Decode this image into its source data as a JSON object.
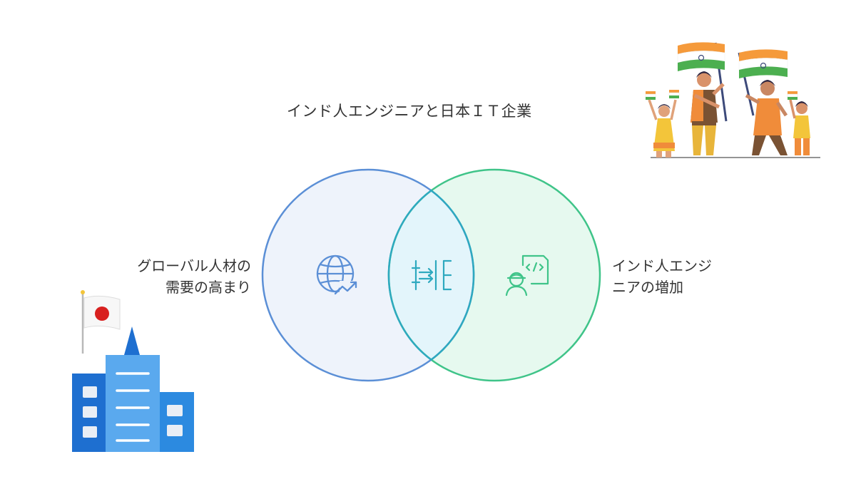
{
  "title": "インド人エンジニアと日本ＩＴ企業",
  "left_set": {
    "line1": "グローバル人材の",
    "line2": "需要の高まり",
    "icon": "globe-chart-icon"
  },
  "right_set": {
    "line1": "インド人エンジ",
    "line2": "ニアの増加",
    "icon": "engineer-code-icon"
  },
  "intersection": {
    "icon": "connection-merge-icon"
  },
  "illustrations": {
    "indian_family": "indian-family-with-flags-illustration",
    "japanese_office": "japanese-office-building-with-flag-illustration"
  },
  "colors": {
    "left_circle_stroke": "#5b8fd6",
    "left_circle_fill": "#eef3fb",
    "right_circle_stroke": "#3fc489",
    "right_circle_fill": "#e6f9ef",
    "overlap_fill": "#e3f5fb",
    "overlap_stroke": "#2ea9bf"
  }
}
